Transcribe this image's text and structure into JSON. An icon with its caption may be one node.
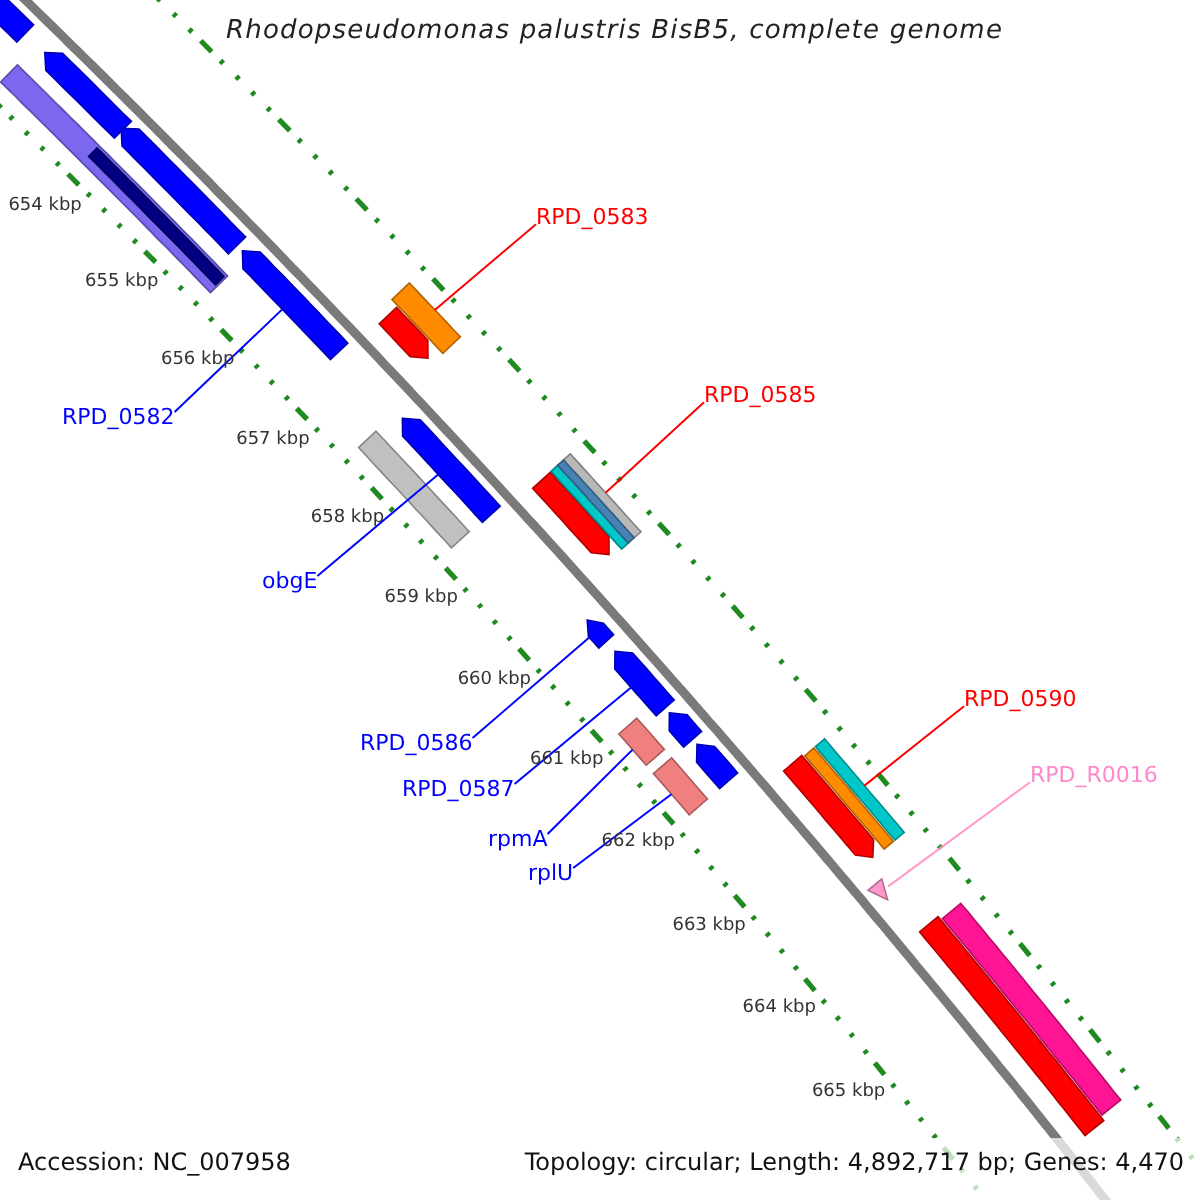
{
  "diagram": {
    "title": "Rhodopseudomonas palustris BisB5, complete genome",
    "nodes": [
      {
        "text": [
          "RPD_0583"
        ]
      },
      {
        "text": [
          "RPD_0585"
        ]
      },
      {
        "text": [
          "RPD_0582"
        ]
      },
      {
        "text": [
          "obgE"
        ]
      },
      {
        "text": [
          "RPD_0590"
        ]
      },
      {
        "text": [
          "RPD_0586"
        ]
      },
      {
        "text": [
          "RPD_R0016"
        ]
      },
      {
        "text": [
          "RPD_0587"
        ]
      },
      {
        "text": [
          "rpmA"
        ]
      },
      {
        "text": [
          "rplU"
        ]
      },
      {
        "text": [],
        "shape": "arrow"
      },
      {
        "text": [],
        "shape": "bar"
      },
      {
        "text": [],
        "shape": "arrow"
      },
      {
        "text": [],
        "shape": "bar"
      },
      {
        "text": [],
        "shape": "arrow"
      },
      {
        "text": [],
        "shape": "arrow"
      },
      {
        "text": [],
        "shape": "bar"
      },
      {
        "text": [],
        "shape": "bar"
      },
      {
        "text": [],
        "shape": "bar"
      },
      {
        "text": [],
        "shape": "triangle"
      },
      {
        "text": [],
        "shape": "arrow"
      },
      {
        "text": [],
        "shape": "arrow"
      },
      {
        "text": [],
        "shape": "bar"
      },
      {
        "text": [],
        "shape": "bar"
      },
      {
        "text": [],
        "shape": "arrow"
      },
      {
        "text": [],
        "shape": "bar"
      },
      {
        "text": [],
        "shape": "bar"
      },
      {
        "text": [],
        "shape": "bar"
      },
      {
        "text": [],
        "shape": "arrow"
      },
      {
        "text": [],
        "shape": "arrow"
      },
      {
        "text": [],
        "shape": "arrow"
      },
      {
        "text": [],
        "shape": "bar"
      },
      {
        "text": [],
        "shape": "bar",
        "in": 31
      },
      {
        "text": [],
        "shape": "bar"
      },
      {
        "text": [],
        "shape": "arrow"
      },
      {
        "text": [],
        "shape": "arrow"
      }
    ],
    "edges": [
      {
        "from": 0,
        "to": 11,
        "arrow": "none",
        "color": "#ff0000"
      },
      {
        "from": 1,
        "to": 13,
        "arrow": "none",
        "color": "#ff0000"
      },
      {
        "from": 2,
        "to": 10,
        "arrow": "none"
      },
      {
        "from": 3,
        "to": 12,
        "arrow": "none"
      },
      {
        "from": 4,
        "to": 18,
        "arrow": "none",
        "color": "#ff0000"
      },
      {
        "from": 5,
        "to": 14,
        "arrow": "none"
      },
      {
        "from": 6,
        "to": 19,
        "arrow": "none",
        "color": "#ff99cc"
      },
      {
        "from": 7,
        "to": 15,
        "arrow": "none"
      },
      {
        "from": 8,
        "to": 16,
        "arrow": "none"
      },
      {
        "from": 9,
        "to": 17,
        "arrow": "none"
      }
    ],
    "labels": [
      "654 kbp",
      "655 kbp",
      "656 kbp",
      "657 kbp",
      "658 kbp",
      "659 kbp",
      "660 kbp",
      "661 kbp",
      "662 kbp",
      "663 kbp",
      "664 kbp",
      "665 kbp",
      "Accession: NC_007958",
      "Topology: circular; Length: 4,892,717 bp; Genes: 4,470"
    ]
  }
}
